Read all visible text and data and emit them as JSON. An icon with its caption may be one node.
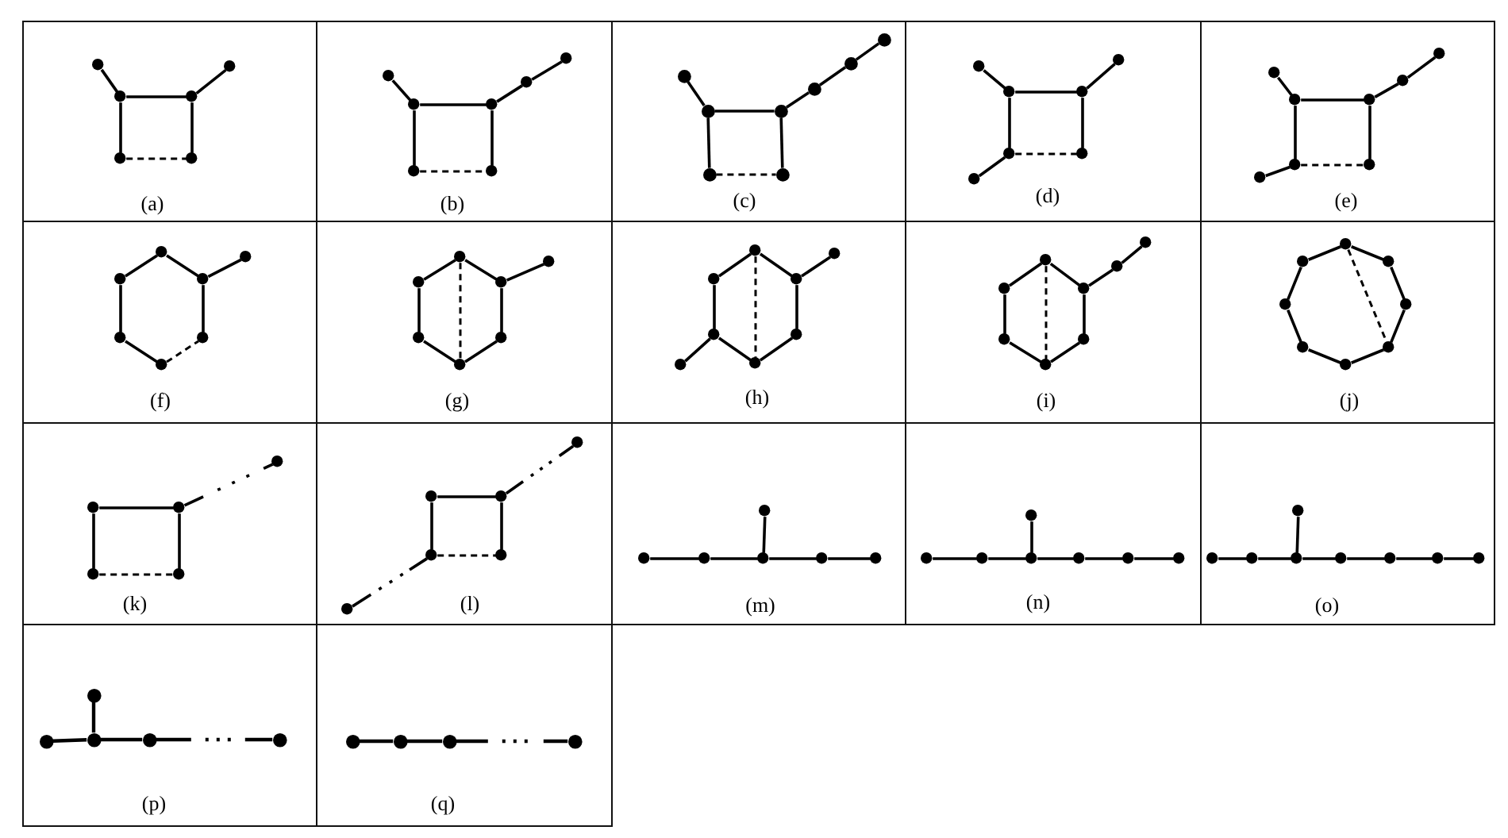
{
  "diagram": {
    "nodes": [
      {
        "text": [
          "(a)"
        ]
      },
      {
        "text": [],
        "shape": "circle",
        "in": 0
      },
      {
        "text": [],
        "shape": "circle",
        "in": 0
      },
      {
        "text": [],
        "shape": "circle",
        "in": 0
      },
      {
        "text": [],
        "shape": "circle",
        "in": 0
      },
      {
        "text": [],
        "shape": "circle",
        "in": 0
      },
      {
        "text": [],
        "shape": "circle",
        "in": 0
      },
      {
        "text": [
          "(b)"
        ]
      },
      {
        "text": [],
        "shape": "circle",
        "in": 7
      },
      {
        "text": [],
        "shape": "circle",
        "in": 7
      },
      {
        "text": [],
        "shape": "circle",
        "in": 7
      },
      {
        "text": [],
        "shape": "circle",
        "in": 7
      },
      {
        "text": [],
        "shape": "circle",
        "in": 7
      },
      {
        "text": [],
        "shape": "circle",
        "in": 7
      },
      {
        "text": [],
        "shape": "circle",
        "in": 7
      },
      {
        "text": [
          "(c)"
        ]
      },
      {
        "text": [],
        "shape": "circle",
        "in": 15
      },
      {
        "text": [],
        "shape": "circle",
        "in": 15
      },
      {
        "text": [],
        "shape": "circle",
        "in": 15
      },
      {
        "text": [],
        "shape": "circle",
        "in": 15
      },
      {
        "text": [],
        "shape": "circle",
        "in": 15
      },
      {
        "text": [],
        "shape": "circle",
        "in": 15
      },
      {
        "text": [],
        "shape": "circle",
        "in": 15
      },
      {
        "text": [],
        "shape": "circle",
        "in": 15
      },
      {
        "text": [
          "(d)"
        ]
      },
      {
        "text": [],
        "shape": "circle",
        "in": 24
      },
      {
        "text": [],
        "shape": "circle",
        "in": 24
      },
      {
        "text": [],
        "shape": "circle",
        "in": 24
      },
      {
        "text": [],
        "shape": "circle",
        "in": 24
      },
      {
        "text": [],
        "shape": "circle",
        "in": 24
      },
      {
        "text": [],
        "shape": "circle",
        "in": 24
      },
      {
        "text": [],
        "shape": "circle",
        "in": 24
      },
      {
        "text": [
          "(e)"
        ]
      },
      {
        "text": [],
        "shape": "circle",
        "in": 32
      },
      {
        "text": [],
        "shape": "circle",
        "in": 32
      },
      {
        "text": [],
        "shape": "circle",
        "in": 32
      },
      {
        "text": [],
        "shape": "circle",
        "in": 32
      },
      {
        "text": [],
        "shape": "circle",
        "in": 32
      },
      {
        "text": [],
        "shape": "circle",
        "in": 32
      },
      {
        "text": [],
        "shape": "circle",
        "in": 32
      },
      {
        "text": [],
        "shape": "circle",
        "in": 32
      },
      {
        "text": [
          "(f)"
        ]
      },
      {
        "text": [],
        "shape": "circle",
        "in": 41
      },
      {
        "text": [],
        "shape": "circle",
        "in": 41
      },
      {
        "text": [],
        "shape": "circle",
        "in": 41
      },
      {
        "text": [],
        "shape": "circle",
        "in": 41
      },
      {
        "text": [],
        "shape": "circle",
        "in": 41
      },
      {
        "text": [],
        "shape": "circle",
        "in": 41
      },
      {
        "text": [],
        "shape": "circle",
        "in": 41
      },
      {
        "text": [
          "(g)"
        ]
      },
      {
        "text": [],
        "shape": "circle",
        "in": 49
      },
      {
        "text": [],
        "shape": "circle",
        "in": 49
      },
      {
        "text": [],
        "shape": "circle",
        "in": 49
      },
      {
        "text": [],
        "shape": "circle",
        "in": 49
      },
      {
        "text": [],
        "shape": "circle",
        "in": 49
      },
      {
        "text": [],
        "shape": "circle",
        "in": 49
      },
      {
        "text": [],
        "shape": "circle",
        "in": 49
      },
      {
        "text": [
          "(h)"
        ]
      },
      {
        "text": [],
        "shape": "circle",
        "in": 57
      },
      {
        "text": [],
        "shape": "circle",
        "in": 57
      },
      {
        "text": [],
        "shape": "circle",
        "in": 57
      },
      {
        "text": [],
        "shape": "circle",
        "in": 57
      },
      {
        "text": [],
        "shape": "circle",
        "in": 57
      },
      {
        "text": [],
        "shape": "circle",
        "in": 57
      },
      {
        "text": [],
        "shape": "circle",
        "in": 57
      },
      {
        "text": [],
        "shape": "circle",
        "in": 57
      },
      {
        "text": [
          "(i)"
        ]
      },
      {
        "text": [],
        "shape": "circle",
        "in": 66
      },
      {
        "text": [],
        "shape": "circle",
        "in": 66
      },
      {
        "text": [],
        "shape": "circle",
        "in": 66
      },
      {
        "text": [],
        "shape": "circle",
        "in": 66
      },
      {
        "text": [],
        "shape": "circle",
        "in": 66
      },
      {
        "text": [],
        "shape": "circle",
        "in": 66
      },
      {
        "text": [],
        "shape": "circle",
        "in": 66
      },
      {
        "text": [],
        "shape": "circle",
        "in": 66
      },
      {
        "text": [
          "(j)"
        ]
      },
      {
        "text": [],
        "shape": "circle",
        "in": 75
      },
      {
        "text": [],
        "shape": "circle",
        "in": 75
      },
      {
        "text": [],
        "shape": "circle",
        "in": 75
      },
      {
        "text": [],
        "shape": "circle",
        "in": 75
      },
      {
        "text": [],
        "shape": "circle",
        "in": 75
      },
      {
        "text": [],
        "shape": "circle",
        "in": 75
      },
      {
        "text": [],
        "shape": "circle",
        "in": 75
      },
      {
        "text": [],
        "shape": "circle",
        "in": 75
      },
      {
        "text": [
          "(k)"
        ]
      },
      {
        "text": [],
        "shape": "circle",
        "in": 84
      },
      {
        "text": [],
        "shape": "circle",
        "in": 84
      },
      {
        "text": [],
        "shape": "circle",
        "in": 84
      },
      {
        "text": [],
        "shape": "circle",
        "in": 84
      },
      {
        "text": [],
        "shape": "circle",
        "in": 84
      },
      {
        "text": [
          "(l)"
        ]
      },
      {
        "text": [],
        "shape": "circle",
        "in": 90
      },
      {
        "text": [],
        "shape": "circle",
        "in": 90
      },
      {
        "text": [],
        "shape": "circle",
        "in": 90
      },
      {
        "text": [],
        "shape": "circle",
        "in": 90
      },
      {
        "text": [],
        "shape": "circle",
        "in": 90
      },
      {
        "text": [],
        "shape": "circle",
        "in": 90
      },
      {
        "text": [
          "(m)"
        ]
      },
      {
        "text": [],
        "shape": "circle",
        "in": 97
      },
      {
        "text": [],
        "shape": "circle",
        "in": 97
      },
      {
        "text": [],
        "shape": "circle",
        "in": 97
      },
      {
        "text": [],
        "shape": "circle",
        "in": 97
      },
      {
        "text": [],
        "shape": "circle",
        "in": 97
      },
      {
        "text": [],
        "shape": "circle",
        "in": 97
      },
      {
        "text": [
          "(n)"
        ]
      },
      {
        "text": [],
        "shape": "circle",
        "in": 104
      },
      {
        "text": [],
        "shape": "circle",
        "in": 104
      },
      {
        "text": [],
        "shape": "circle",
        "in": 104
      },
      {
        "text": [],
        "shape": "circle",
        "in": 104
      },
      {
        "text": [],
        "shape": "circle",
        "in": 104
      },
      {
        "text": [],
        "shape": "circle",
        "in": 104
      },
      {
        "text": [],
        "shape": "circle",
        "in": 104
      },
      {
        "text": [
          "(o)"
        ]
      },
      {
        "text": [],
        "shape": "circle",
        "in": 112
      },
      {
        "text": [],
        "shape": "circle",
        "in": 112
      },
      {
        "text": [],
        "shape": "circle",
        "in": 112
      },
      {
        "text": [],
        "shape": "circle",
        "in": 112
      },
      {
        "text": [],
        "shape": "circle",
        "in": 112
      },
      {
        "text": [],
        "shape": "circle",
        "in": 112
      },
      {
        "text": [],
        "shape": "circle",
        "in": 112
      },
      {
        "text": [],
        "shape": "circle",
        "in": 112
      },
      {
        "text": [
          "(p)"
        ]
      },
      {
        "text": [],
        "shape": "circle",
        "in": 121
      },
      {
        "text": [],
        "shape": "circle",
        "in": 121
      },
      {
        "text": [],
        "shape": "circle",
        "in": 121
      },
      {
        "text": [],
        "shape": "circle",
        "in": 121
      },
      {
        "text": [],
        "shape": "circle",
        "in": 121
      },
      {
        "text": [
          "(q)"
        ]
      },
      {
        "text": [],
        "shape": "circle",
        "in": 127
      },
      {
        "text": [],
        "shape": "circle",
        "in": 127
      },
      {
        "text": [],
        "shape": "circle",
        "in": 127
      },
      {
        "text": [],
        "shape": "circle",
        "in": 127
      }
    ],
    "edges": [
      {
        "from": 1,
        "to": 3,
        "arrow": "none"
      },
      {
        "from": 2,
        "to": 4,
        "arrow": "none"
      },
      {
        "from": 3,
        "to": 4,
        "arrow": "none"
      },
      {
        "from": 3,
        "to": 5,
        "arrow": "none"
      },
      {
        "from": 4,
        "to": 6,
        "arrow": "none"
      },
      {
        "from": 5,
        "to": 6,
        "arrow": "none",
        "style": "dashed"
      },
      {
        "from": 9,
        "to": 11,
        "arrow": "none"
      },
      {
        "from": 11,
        "to": 12,
        "arrow": "none"
      },
      {
        "from": 12,
        "to": 10,
        "arrow": "none"
      },
      {
        "from": 10,
        "to": 8,
        "arrow": "none"
      },
      {
        "from": 11,
        "to": 13,
        "arrow": "none"
      },
      {
        "from": 12,
        "to": 14,
        "arrow": "none"
      },
      {
        "from": 13,
        "to": 14,
        "arrow": "none",
        "style": "dashed"
      },
      {
        "from": 18,
        "to": 20,
        "arrow": "none"
      },
      {
        "from": 20,
        "to": 21,
        "arrow": "none"
      },
      {
        "from": 21,
        "to": 19,
        "arrow": "none"
      },
      {
        "from": 19,
        "to": 17,
        "arrow": "none"
      },
      {
        "from": 17,
        "to": 16,
        "arrow": "none"
      },
      {
        "from": 20,
        "to": 22,
        "arrow": "none"
      },
      {
        "from": 21,
        "to": 23,
        "arrow": "none"
      },
      {
        "from": 22,
        "to": 23,
        "arrow": "none",
        "style": "dashed"
      },
      {
        "from": 26,
        "to": 27,
        "arrow": "none"
      },
      {
        "from": 28,
        "to": 25,
        "arrow": "none"
      },
      {
        "from": 27,
        "to": 28,
        "arrow": "none"
      },
      {
        "from": 27,
        "to": 29,
        "arrow": "none"
      },
      {
        "from": 28,
        "to": 30,
        "arrow": "none"
      },
      {
        "from": 29,
        "to": 30,
        "arrow": "none",
        "style": "dashed"
      },
      {
        "from": 29,
        "to": 31,
        "arrow": "none"
      },
      {
        "from": 34,
        "to": 36,
        "arrow": "none"
      },
      {
        "from": 36,
        "to": 37,
        "arrow": "none"
      },
      {
        "from": 37,
        "to": 35,
        "arrow": "none"
      },
      {
        "from": 35,
        "to": 33,
        "arrow": "none"
      },
      {
        "from": 36,
        "to": 38,
        "arrow": "none"
      },
      {
        "from": 37,
        "to": 39,
        "arrow": "none"
      },
      {
        "from": 38,
        "to": 39,
        "arrow": "none",
        "style": "dashed"
      },
      {
        "from": 38,
        "to": 40,
        "arrow": "none"
      },
      {
        "from": 42,
        "to": 44,
        "arrow": "none"
      },
      {
        "from": 42,
        "to": 45,
        "arrow": "none"
      },
      {
        "from": 45,
        "to": 43,
        "arrow": "none"
      },
      {
        "from": 44,
        "to": 46,
        "arrow": "none"
      },
      {
        "from": 45,
        "to": 47,
        "arrow": "none"
      },
      {
        "from": 46,
        "to": 48,
        "arrow": "none"
      },
      {
        "from": 48,
        "to": 47,
        "arrow": "none",
        "style": "dashed"
      },
      {
        "from": 50,
        "to": 52,
        "arrow": "none"
      },
      {
        "from": 50,
        "to": 53,
        "arrow": "none"
      },
      {
        "from": 53,
        "to": 51,
        "arrow": "none"
      },
      {
        "from": 52,
        "to": 54,
        "arrow": "none"
      },
      {
        "from": 53,
        "to": 55,
        "arrow": "none"
      },
      {
        "from": 54,
        "to": 56,
        "arrow": "none"
      },
      {
        "from": 55,
        "to": 56,
        "arrow": "none"
      },
      {
        "from": 50,
        "to": 56,
        "arrow": "none",
        "style": "dashed"
      },
      {
        "from": 58,
        "to": 60,
        "arrow": "none"
      },
      {
        "from": 58,
        "to": 61,
        "arrow": "none"
      },
      {
        "from": 61,
        "to": 59,
        "arrow": "none"
      },
      {
        "from": 60,
        "to": 62,
        "arrow": "none"
      },
      {
        "from": 61,
        "to": 63,
        "arrow": "none"
      },
      {
        "from": 62,
        "to": 64,
        "arrow": "none"
      },
      {
        "from": 63,
        "to": 64,
        "arrow": "none"
      },
      {
        "from": 62,
        "to": 65,
        "arrow": "none"
      },
      {
        "from": 58,
        "to": 64,
        "arrow": "none",
        "style": "dashed"
      },
      {
        "from": 68,
        "to": 70,
        "arrow": "none"
      },
      {
        "from": 68,
        "to": 71,
        "arrow": "none"
      },
      {
        "from": 71,
        "to": 69,
        "arrow": "none"
      },
      {
        "from": 69,
        "to": 67,
        "arrow": "none"
      },
      {
        "from": 70,
        "to": 72,
        "arrow": "none"
      },
      {
        "from": 71,
        "to": 73,
        "arrow": "none"
      },
      {
        "from": 72,
        "to": 74,
        "arrow": "none"
      },
      {
        "from": 73,
        "to": 74,
        "arrow": "none"
      },
      {
        "from": 68,
        "to": 74,
        "arrow": "none",
        "style": "dashed"
      },
      {
        "from": 76,
        "to": 78,
        "arrow": "none"
      },
      {
        "from": 78,
        "to": 80,
        "arrow": "none"
      },
      {
        "from": 80,
        "to": 82,
        "arrow": "none"
      },
      {
        "from": 82,
        "to": 83,
        "arrow": "none"
      },
      {
        "from": 83,
        "to": 81,
        "arrow": "none"
      },
      {
        "from": 81,
        "to": 79,
        "arrow": "none"
      },
      {
        "from": 79,
        "to": 77,
        "arrow": "none"
      },
      {
        "from": 77,
        "to": 76,
        "arrow": "none"
      },
      {
        "from": 76,
        "to": 82,
        "arrow": "none",
        "style": "dashed"
      },
      {
        "from": 86,
        "to": 87,
        "arrow": "none"
      },
      {
        "from": 87,
        "to": 85,
        "arrow": "none",
        "style": "dashed"
      },
      {
        "from": 86,
        "to": 88,
        "arrow": "none"
      },
      {
        "from": 87,
        "to": 89,
        "arrow": "none"
      },
      {
        "from": 88,
        "to": 89,
        "arrow": "none",
        "style": "dashed"
      },
      {
        "from": 92,
        "to": 93,
        "arrow": "none"
      },
      {
        "from": 93,
        "to": 91,
        "arrow": "none",
        "style": "dashed"
      },
      {
        "from": 92,
        "to": 94,
        "arrow": "none"
      },
      {
        "from": 93,
        "to": 95,
        "arrow": "none"
      },
      {
        "from": 94,
        "to": 95,
        "arrow": "none",
        "style": "dashed"
      },
      {
        "from": 94,
        "to": 96,
        "arrow": "none",
        "style": "dashed"
      },
      {
        "from": 99,
        "to": 100,
        "arrow": "none"
      },
      {
        "from": 100,
        "to": 101,
        "arrow": "none"
      },
      {
        "from": 101,
        "to": 102,
        "arrow": "none"
      },
      {
        "from": 102,
        "to": 103,
        "arrow": "none"
      },
      {
        "from": 101,
        "to": 98,
        "arrow": "none"
      },
      {
        "from": 106,
        "to": 107,
        "arrow": "none"
      },
      {
        "from": 107,
        "to": 108,
        "arrow": "none"
      },
      {
        "from": 108,
        "to": 109,
        "arrow": "none"
      },
      {
        "from": 109,
        "to": 110,
        "arrow": "none"
      },
      {
        "from": 110,
        "to": 111,
        "arrow": "none"
      },
      {
        "from": 108,
        "to": 105,
        "arrow": "none"
      },
      {
        "from": 114,
        "to": 115,
        "arrow": "none"
      },
      {
        "from": 115,
        "to": 116,
        "arrow": "none"
      },
      {
        "from": 116,
        "to": 117,
        "arrow": "none"
      },
      {
        "from": 117,
        "to": 118,
        "arrow": "none"
      },
      {
        "from": 118,
        "to": 119,
        "arrow": "none"
      },
      {
        "from": 119,
        "to": 120,
        "arrow": "none"
      },
      {
        "from": 116,
        "to": 113,
        "arrow": "none"
      },
      {
        "from": 123,
        "to": 124,
        "arrow": "none"
      },
      {
        "from": 124,
        "to": 125,
        "arrow": "none"
      },
      {
        "from": 124,
        "to": 122,
        "arrow": "none"
      },
      {
        "from": 125,
        "to": 126,
        "arrow": "none",
        "style": "dashed"
      },
      {
        "from": 128,
        "to": 129,
        "arrow": "none"
      },
      {
        "from": 129,
        "to": 130,
        "arrow": "none"
      },
      {
        "from": 130,
        "to": 131,
        "arrow": "none",
        "style": "dashed"
      }
    ]
  }
}
